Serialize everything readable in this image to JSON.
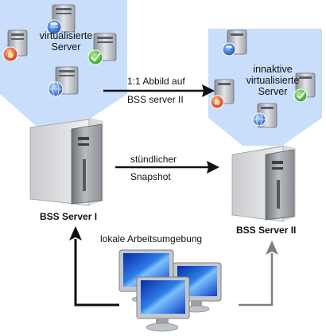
{
  "server1": {
    "title": "BSS Server I",
    "cloud_label_line1": "virtualisierte",
    "cloud_label_line2": "Server"
  },
  "server2": {
    "title": "BSS Server II",
    "cloud_label_line1": "innaktive",
    "cloud_label_line2": "virtualisierte",
    "cloud_label_line3": "Server"
  },
  "arrow_copy": {
    "line1": "1:1 Abbild auf",
    "line2": "BSS server II"
  },
  "arrow_snapshot": {
    "line1": "stündlicher",
    "line2": "Snapshot"
  },
  "workstations": {
    "label": "lokale Arbeitsumgebung"
  },
  "colors": {
    "cloud": "#c9defa",
    "arrow_active": "#111111",
    "arrow_inactive": "#7f7f7f"
  }
}
